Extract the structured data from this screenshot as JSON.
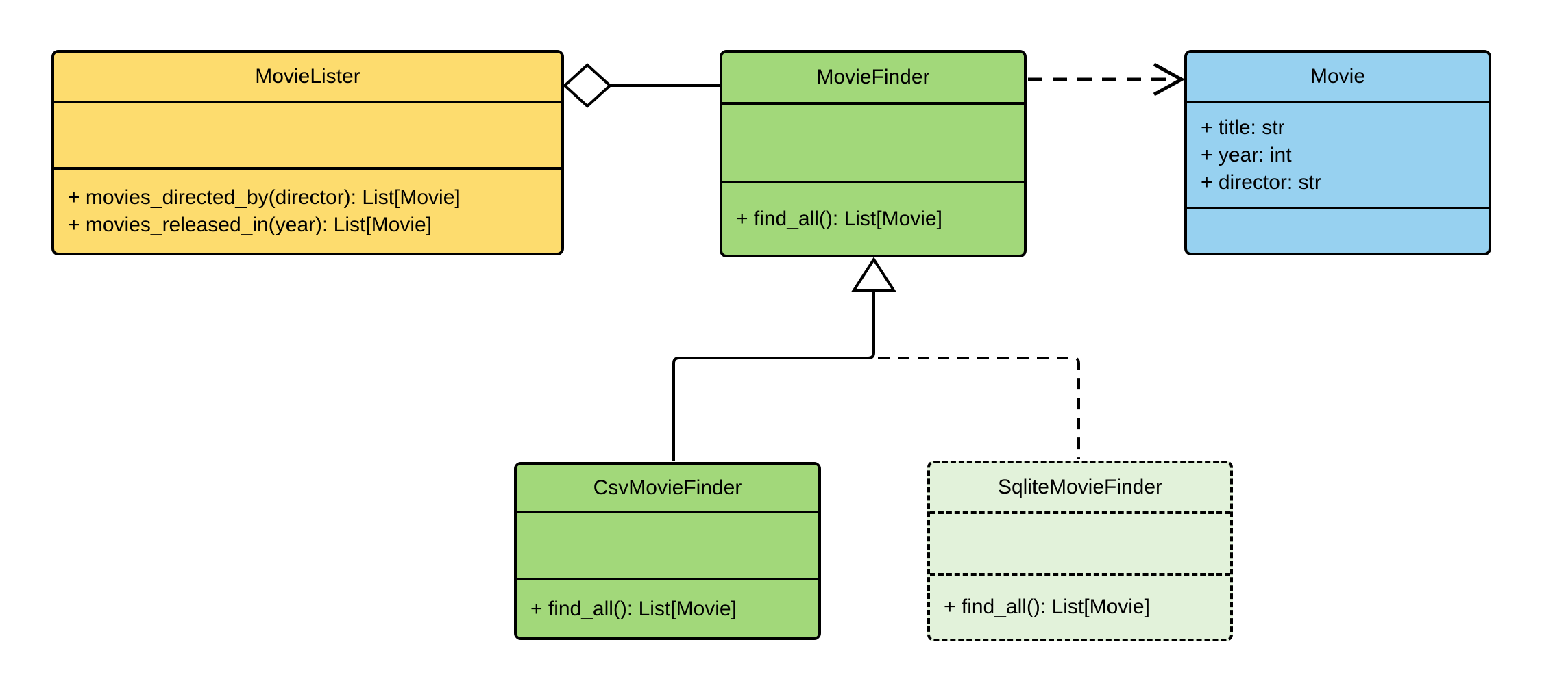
{
  "diagram": {
    "kind": "uml-class-diagram",
    "background": "#ffffff",
    "stroke_color": "#000000",
    "text_color": "#000000",
    "classes": {
      "movie_lister": {
        "name": "MovieLister",
        "fill": "#FDDC6E",
        "attributes": [],
        "methods": [
          "+ movies_directed_by(director): List[Movie]",
          "+ movies_released_in(year): List[Movie]"
        ]
      },
      "movie_finder": {
        "name": "MovieFinder",
        "fill": "#A2D87A",
        "attributes": [],
        "methods": [
          "+ find_all(): List[Movie]"
        ]
      },
      "movie": {
        "name": "Movie",
        "fill": "#97D1F0",
        "attributes": [
          "+ title: str",
          "+ year: int",
          "+ director: str"
        ],
        "methods": []
      },
      "csv_movie_finder": {
        "name": "CsvMovieFinder",
        "fill": "#A2D87A",
        "attributes": [],
        "methods": [
          "+ find_all(): List[Movie]"
        ]
      },
      "sqlite_movie_finder": {
        "name": "SqliteMovieFinder",
        "fill": "#E2F2DA",
        "border_style": "dashed",
        "attributes": [],
        "methods": [
          "+ find_all(): List[Movie]"
        ]
      }
    },
    "relationships": [
      {
        "from": "MovieLister",
        "to": "MovieFinder",
        "type": "aggregation",
        "line": "solid",
        "marker": "hollow-diamond-at-MovieLister"
      },
      {
        "from": "MovieFinder",
        "to": "Movie",
        "type": "dependency",
        "line": "dashed",
        "marker": "open-arrow-at-Movie"
      },
      {
        "from": "CsvMovieFinder",
        "to": "MovieFinder",
        "type": "generalization",
        "line": "solid",
        "marker": "hollow-triangle-at-MovieFinder"
      },
      {
        "from": "SqliteMovieFinder",
        "to": "MovieFinder",
        "type": "generalization",
        "line": "dashed",
        "marker": "hollow-triangle-at-MovieFinder"
      }
    ]
  }
}
